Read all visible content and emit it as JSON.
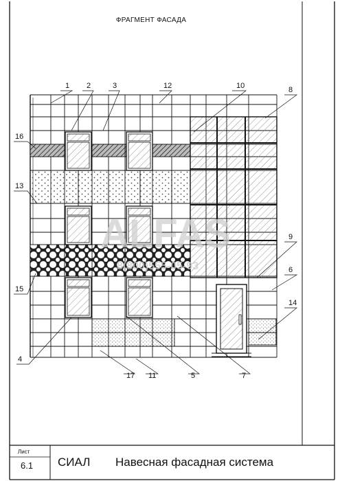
{
  "drawing": {
    "title": "ФРАГМЕНТ ФАСАДА",
    "callouts": [
      "1",
      "2",
      "3",
      "12",
      "10",
      "8",
      "16",
      "13",
      "9",
      "6",
      "15",
      "14",
      "4",
      "17",
      "11",
      "5",
      "7"
    ]
  },
  "watermark": {
    "brand": "ALFAS",
    "phone": "8(800)555-05-93"
  },
  "title_block": {
    "sheet_label": "Лист",
    "sheet_number": "6.1",
    "organization": "СИАЛ",
    "document_title": "Навесная фасадная система"
  },
  "colors": {
    "line": "#111111",
    "hatch": "#555555",
    "watermark": "#cfcfcf"
  }
}
